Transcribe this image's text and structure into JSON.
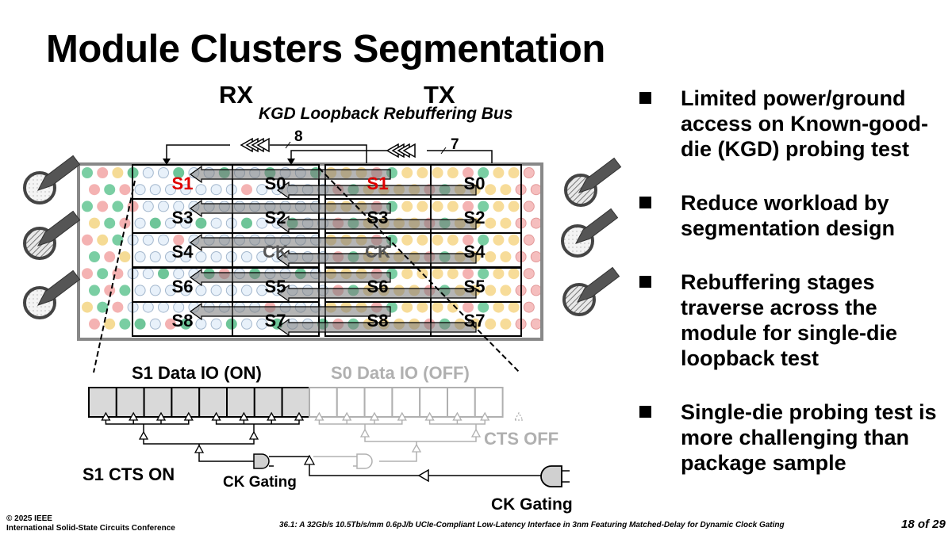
{
  "slide": {
    "title": "Module Clusters Segmentation",
    "page_number": "18 of 29"
  },
  "diagram": {
    "rx_label": "RX",
    "tx_label": "TX",
    "bus_label": "KGD Loopback Rebuffering Bus",
    "bus_width_rx": "8",
    "bus_width_tx": "7",
    "rx_cells": [
      [
        "S1",
        "S0"
      ],
      [
        "S3",
        "S2"
      ],
      [
        "S4",
        "CK"
      ],
      [
        "S6",
        "S5"
      ],
      [
        "S8",
        "S7"
      ]
    ],
    "tx_cells": [
      [
        "S1",
        "S0"
      ],
      [
        "S3",
        "S2"
      ],
      [
        "CK",
        "S4"
      ],
      [
        "S6",
        "S5"
      ],
      [
        "S8",
        "S7"
      ]
    ],
    "highlight_cell": "S1",
    "highlight_color": "#e00000",
    "ck_color": "#555555",
    "probe_patterns_left": [
      "dotted",
      "hatched",
      "dotted"
    ],
    "probe_patterns_right": [
      "hatched",
      "dotted",
      "hatched"
    ],
    "s1_io_label": "S1 Data IO (ON)",
    "s0_io_label": "S0 Data IO (OFF)",
    "s1_io_count": 8,
    "s0_io_count": 7,
    "cts_off_label": "CTS OFF",
    "s1_cts_label": "S1 CTS ON",
    "ck_gating_label_1": "CK Gating",
    "ck_gating_label_2": "CK Gating",
    "off_color": "#b0b0b0"
  },
  "bullets": [
    "Limited power/ground access on Known-good-die (KGD) probing test",
    "Reduce workload by segmentation design",
    "Rebuffering stages traverse across the module for single-die loopback test",
    "Single-die probing test is more challenging than package sample"
  ],
  "footer": {
    "copyright": "© 2025 IEEE",
    "conference": "International Solid-State Circuits Conference",
    "paper_title": "36.1: A 32Gb/s 10.5Tb/s/mm 0.6pJ/b UCIe-Compliant Low-Latency Interface in 3nm Featuring Matched-Delay for Dynamic Clock Gating"
  }
}
